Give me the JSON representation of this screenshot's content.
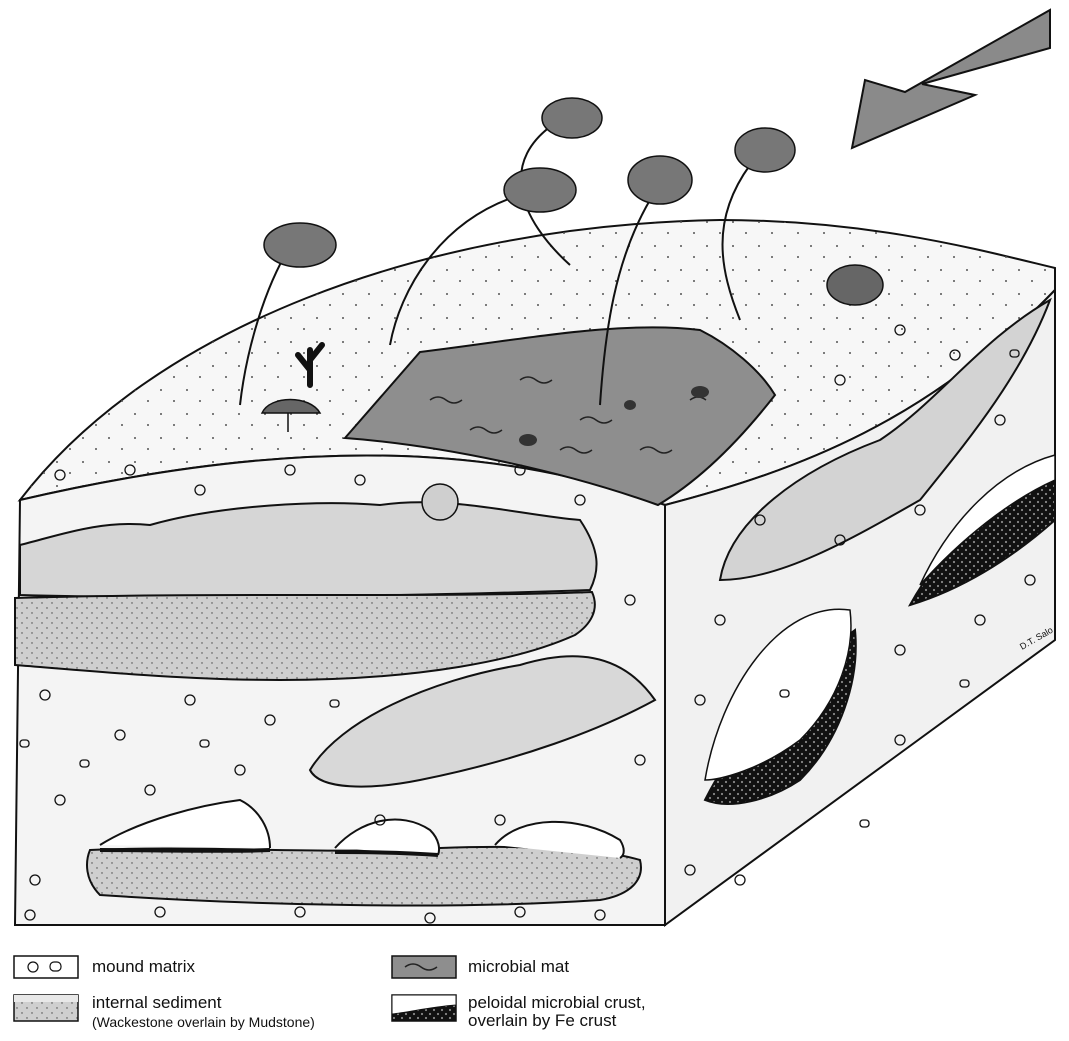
{
  "signature": "D.T. Salo",
  "legend": {
    "mound_matrix": "mound matrix",
    "internal_sediment": "internal sediment",
    "internal_sediment_note": "(Wackestone overlain by Mudstone)",
    "microbial_mat": "microbial mat",
    "crust_line1": "peloidal microbial crust,",
    "crust_line2": "overlain by Fe crust"
  },
  "colors": {
    "outline": "#111111",
    "matrix_fill": "#f4f4f4",
    "sediment_fill": "#cfcfcf",
    "mat_fill": "#8e8e8e",
    "arrow_fill": "#8a8a8a"
  }
}
